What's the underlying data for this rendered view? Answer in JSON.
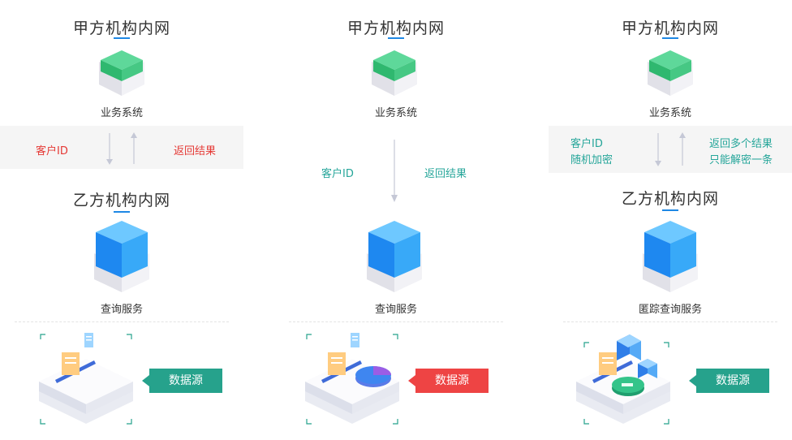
{
  "panels": [
    {
      "top_title": "甲方机构内网",
      "top_caption": "业务系统",
      "labels_left": [
        "客户ID"
      ],
      "labels_right": [
        "返回结果"
      ],
      "bottom_title": "乙方机构内网",
      "bottom_caption": "查询服务",
      "source_tag": "数据源",
      "colors": {
        "labels": "#e53935",
        "tag": "#26a28c"
      }
    },
    {
      "top_title": "甲方机构内网",
      "top_caption": "业务系统",
      "labels_left": [
        "客户ID"
      ],
      "labels_right": [
        "返回结果"
      ],
      "bottom_caption": "查询服务",
      "source_tag": "数据源",
      "colors": {
        "labels": "#26a69a",
        "tag": "#ee4444"
      }
    },
    {
      "top_title": "甲方机构内网",
      "top_caption": "业务系统",
      "labels_left": [
        "客户ID",
        "随机加密"
      ],
      "labels_right": [
        "返回多个结果",
        "只能解密一条"
      ],
      "bottom_title": "乙方机构内网",
      "bottom_caption": "匿踪查询服务",
      "source_tag": "数据源",
      "colors": {
        "labels": "#26a69a",
        "tag": "#26a28c"
      }
    }
  ],
  "icons": [
    "green-server-icon",
    "blue-cube-icon",
    "data-platform-icon",
    "arrow-down-icon",
    "arrow-up-icon"
  ]
}
